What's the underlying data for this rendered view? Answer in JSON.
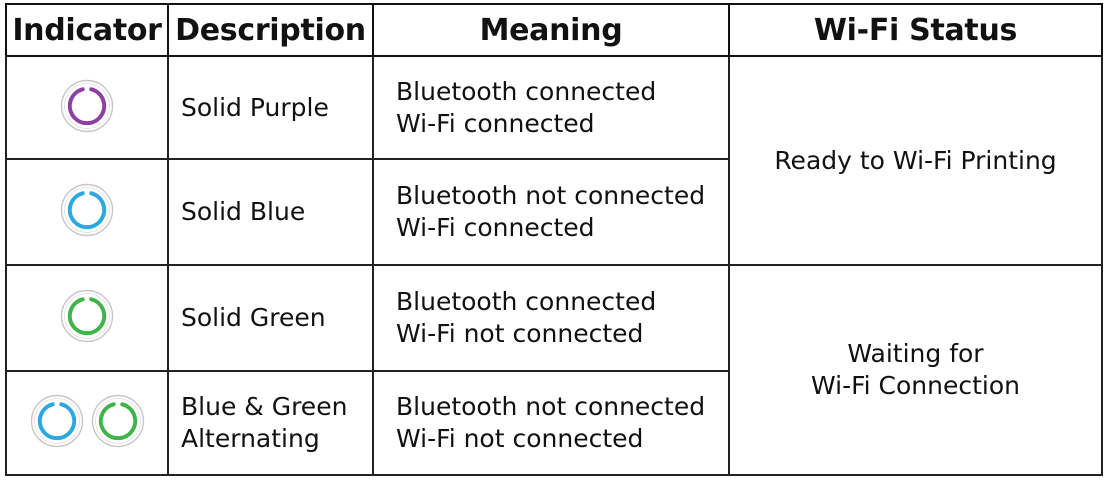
{
  "headers": {
    "indicator": "Indicator",
    "description": "Description",
    "meaning": "Meaning",
    "wifi_status": "Wi-Fi Status"
  },
  "rows": [
    {
      "leds": [
        {
          "icon": "purple-ring-icon",
          "color": "#8e3fa4"
        }
      ],
      "description": [
        "Solid Purple"
      ],
      "meaning": [
        "Bluetooth connected",
        "Wi-Fi connected"
      ]
    },
    {
      "leds": [
        {
          "icon": "blue-ring-icon",
          "color": "#2ba8e0"
        }
      ],
      "description": [
        "Solid Blue"
      ],
      "meaning": [
        "Bluetooth not connected",
        "Wi-Fi connected"
      ]
    },
    {
      "leds": [
        {
          "icon": "green-ring-icon",
          "color": "#3fb549"
        }
      ],
      "description": [
        "Solid Green"
      ],
      "meaning": [
        "Bluetooth connected",
        "Wi-Fi not connected"
      ]
    },
    {
      "leds": [
        {
          "icon": "blue-ring-icon",
          "color": "#2ba8e0"
        },
        {
          "icon": "green-ring-icon",
          "color": "#3fb549"
        }
      ],
      "description": [
        "Blue & Green",
        "Alternating"
      ],
      "meaning": [
        "Bluetooth not connected",
        "Wi-Fi not connected"
      ]
    }
  ],
  "wifi_status_groups": [
    {
      "lines": [
        "Ready to Wi-Fi Printing"
      ]
    },
    {
      "lines": [
        "Waiting for",
        "Wi-Fi Connection"
      ]
    }
  ]
}
